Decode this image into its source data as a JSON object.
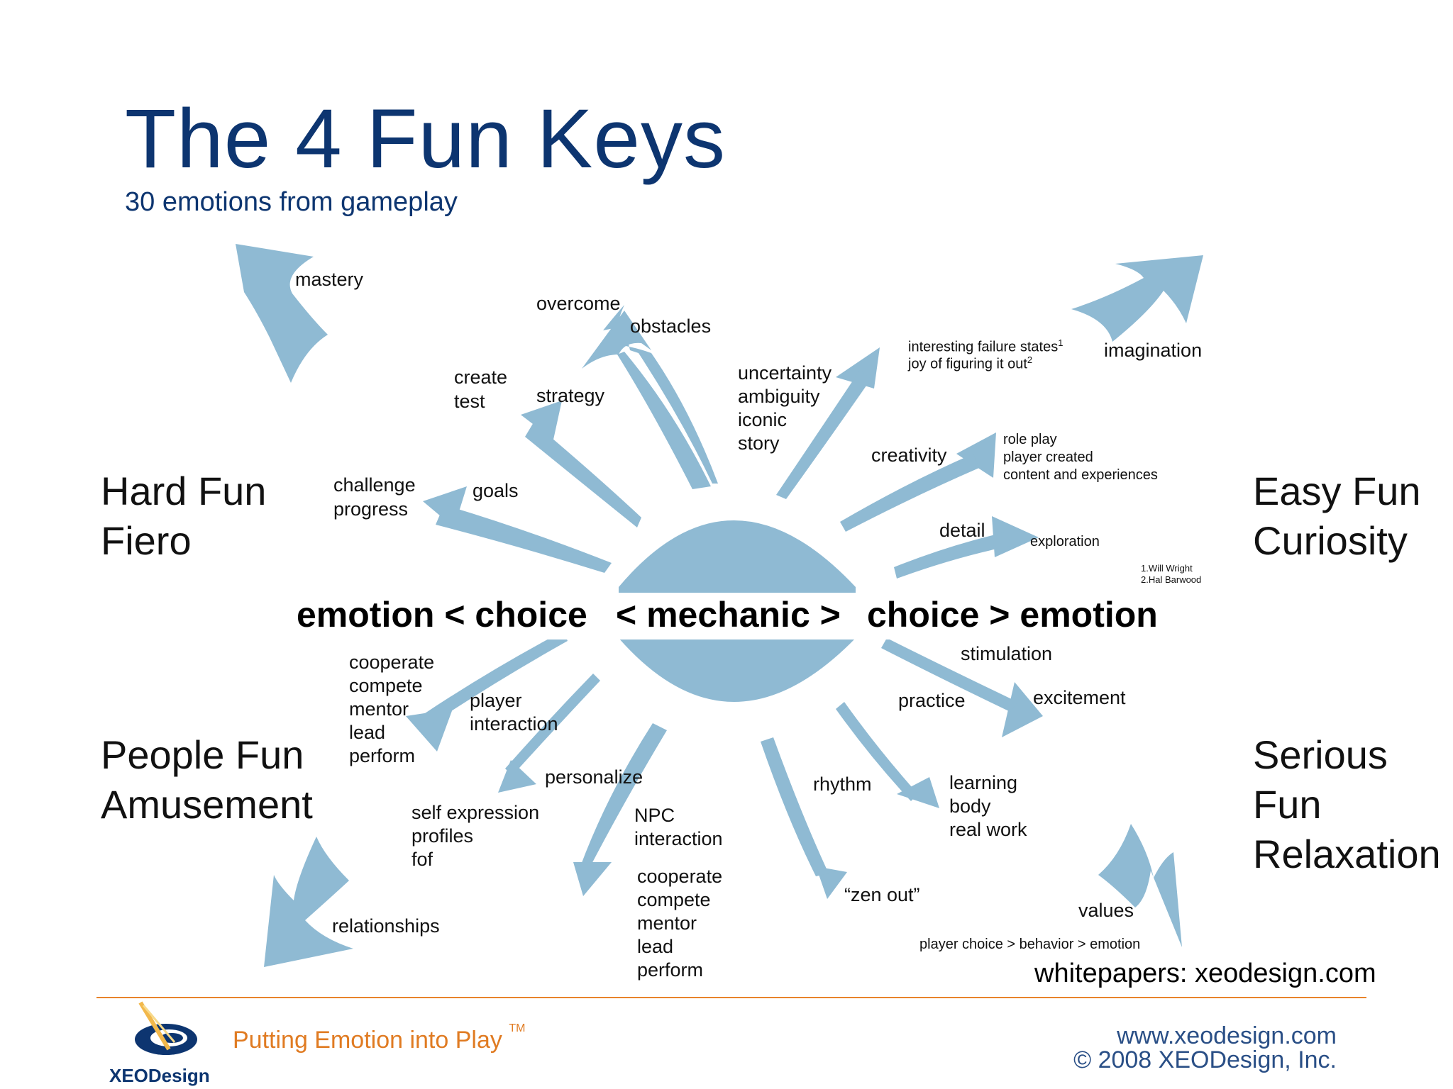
{
  "title": "The 4 Fun Keys",
  "subtitle": "30 emotions from gameplay",
  "quadrants": {
    "hard_fun": [
      "Hard Fun",
      "Fiero"
    ],
    "easy_fun": [
      "Easy Fun",
      "Curiosity"
    ],
    "people_fun": [
      "People Fun",
      "Amusement"
    ],
    "serious_fun": [
      "Serious",
      "Fun",
      "Relaxation"
    ]
  },
  "center_row": {
    "left": "emotion < choice",
    "middle": "< mechanic >",
    "right": "choice > emotion"
  },
  "labels": {
    "mastery": "mastery",
    "overcome": "overcome",
    "obstacles": "obstacles",
    "create": "create",
    "test": "test",
    "strategy": "strategy",
    "challenge": "challenge",
    "progress": "progress",
    "goals": "goals",
    "uncertainty": [
      "uncertainty",
      "ambiguity",
      "iconic",
      "story"
    ],
    "interesting_failure": "interesting failure states",
    "joy_figuring": "joy of figuring it out",
    "imagination": "imagination",
    "creativity": "creativity",
    "role_play": [
      "role play",
      "player created",
      "content and experiences"
    ],
    "detail": "detail",
    "exploration": "exploration",
    "footnotes": [
      "1.Will Wright",
      "2.Hal Barwood"
    ],
    "cooperate_left": [
      "cooperate",
      "compete",
      "mentor",
      "lead",
      "perform"
    ],
    "player_interaction": [
      "player",
      "interaction"
    ],
    "personalize": "personalize",
    "self_expression": [
      "self expression",
      "profiles",
      "fof"
    ],
    "npc_interaction": [
      "NPC",
      "interaction"
    ],
    "cooperate_bottom": [
      "cooperate",
      "compete",
      "mentor",
      "lead",
      "perform"
    ],
    "relationships": "relationships",
    "stimulation": "stimulation",
    "practice": "practice",
    "excitement": "excitement",
    "rhythm": "rhythm",
    "learning": [
      "learning",
      "body",
      "real work"
    ],
    "zen_out": "“zen out”",
    "values": "values",
    "player_choice": "player choice > behavior > emotion"
  },
  "whitepapers": "whitepapers: xeodesign.com",
  "footer": {
    "tagline": "Putting Emotion into Play",
    "trademark": "TM",
    "site": "www.xeodesign.com",
    "copyright": "© 2008 XEODesign, Inc.",
    "logo_text": "XEODesign"
  },
  "colors": {
    "arrow": "#8fbad3",
    "title": "#0d3570",
    "tagline": "#e07b22",
    "rule": "#e8832a"
  }
}
